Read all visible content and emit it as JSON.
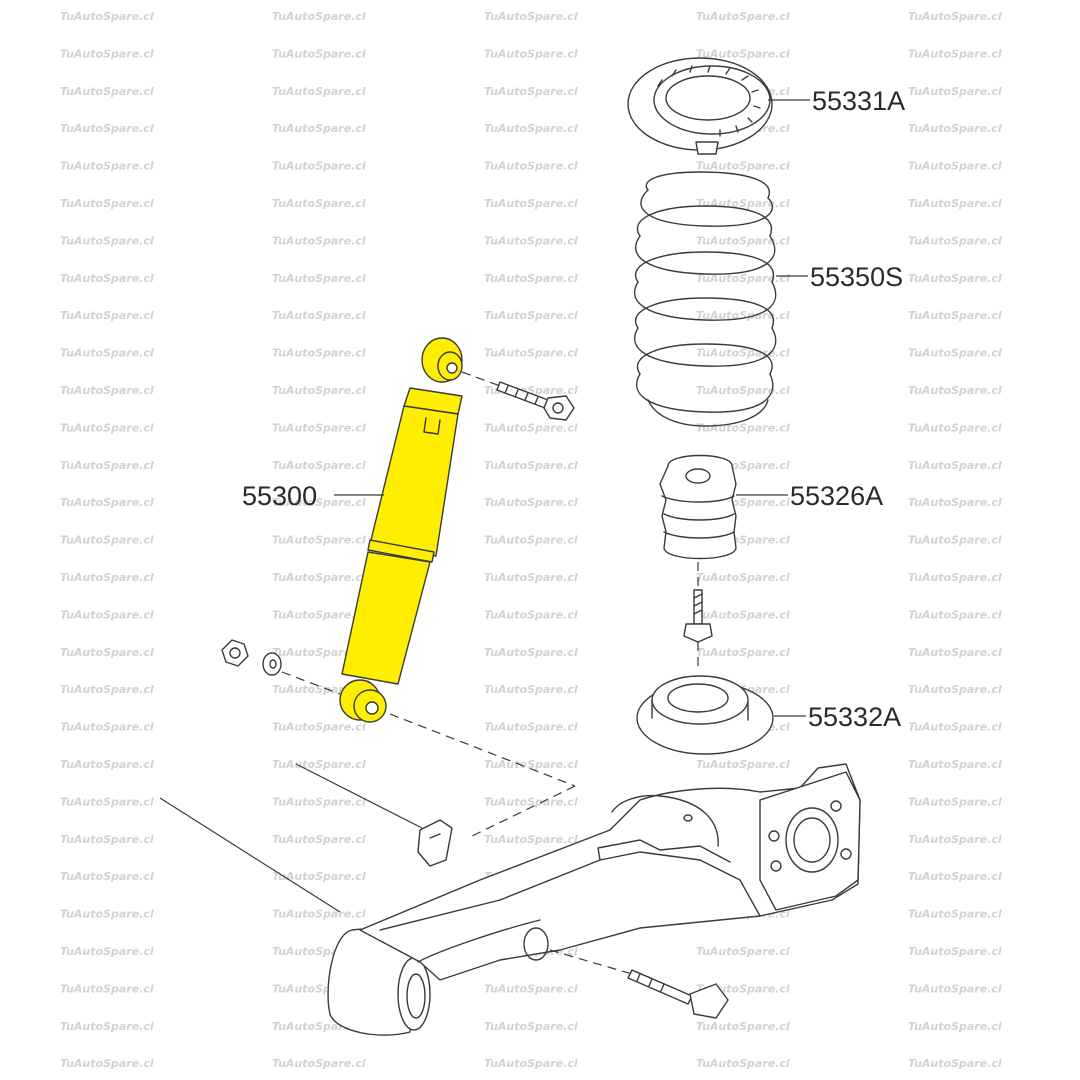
{
  "watermark": {
    "text": "TuAutoSpare.cl"
  },
  "highlight_color": "#ffee00",
  "parts": [
    {
      "id": "55331A",
      "label": "55331A",
      "name": "upper-spring-seat"
    },
    {
      "id": "55350S",
      "label": "55350S",
      "name": "coil-spring"
    },
    {
      "id": "55326A",
      "label": "55326A",
      "name": "bump-stopper"
    },
    {
      "id": "55332A",
      "label": "55332A",
      "name": "lower-spring-seat"
    },
    {
      "id": "55300",
      "label": "55300",
      "name": "shock-absorber",
      "highlighted": true
    }
  ]
}
